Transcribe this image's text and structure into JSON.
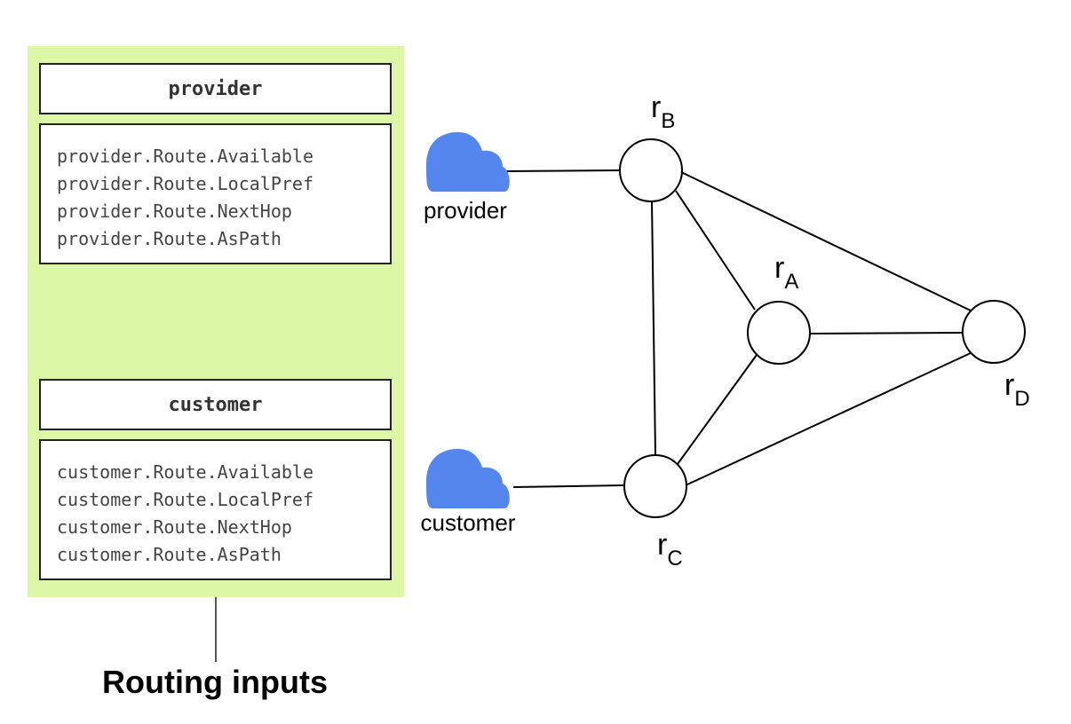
{
  "routing_inputs": {
    "caption": "Routing inputs",
    "provider": {
      "title": "provider",
      "fields": [
        "provider.Route.Available",
        "provider.Route.LocalPref",
        "provider.Route.NextHop",
        "provider.Route.AsPath"
      ]
    },
    "customer": {
      "title": "customer",
      "fields": [
        "customer.Route.Available",
        "customer.Route.LocalPref",
        "customer.Route.NextHop",
        "customer.Route.AsPath"
      ]
    }
  },
  "network": {
    "clouds": {
      "provider": {
        "label": "provider",
        "color": "#5486ee"
      },
      "customer": {
        "label": "customer",
        "color": "#5486ee"
      }
    },
    "routers": {
      "rA": {
        "main": "r",
        "sub": "A"
      },
      "rB": {
        "main": "r",
        "sub": "B"
      },
      "rC": {
        "main": "r",
        "sub": "C"
      },
      "rD": {
        "main": "r",
        "sub": "D"
      }
    }
  }
}
